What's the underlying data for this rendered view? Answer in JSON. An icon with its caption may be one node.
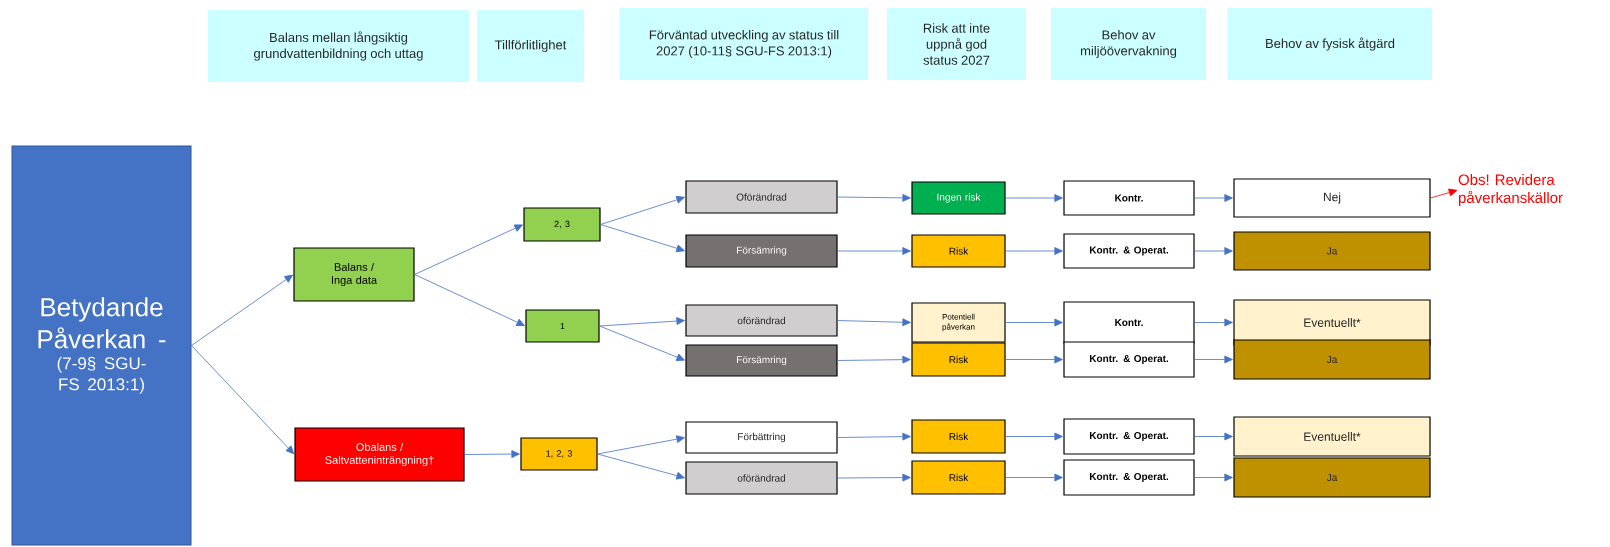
{
  "diagram": {
    "nodes": [
      {
        "text": [
          "Balans mellan långsiktig grundvattenbildning och uttag"
        ]
      },
      {
        "text": [
          "Tillförlitlighet"
        ]
      },
      {
        "text": [
          "Förväntad utveckling av status till 2027 (10-11§ SGU-FS 2013:1)"
        ]
      },
      {
        "text": [
          "Risk att inte uppnå god status 2027"
        ]
      },
      {
        "text": [
          "Behov av miljöövervakning"
        ]
      },
      {
        "text": [
          "Behov av fysisk åtgärd"
        ]
      },
      {
        "text": [
          "Betydande Påverkan -",
          "(7-9§ SGU-FS 2013:1)"
        ]
      },
      {
        "text": [
          "Balans / Inga data"
        ]
      },
      {
        "text": [
          "Obalans / Saltvatteninträngning†"
        ]
      },
      {
        "text": [
          "2, 3"
        ]
      },
      {
        "text": [
          "1"
        ]
      },
      {
        "text": [
          "1, 2, 3"
        ]
      },
      {
        "text": [
          "Oförändrad"
        ]
      },
      {
        "text": [
          "Försämring"
        ]
      },
      {
        "text": [
          "oförändrad"
        ]
      },
      {
        "text": [
          "Försämring"
        ]
      },
      {
        "text": [
          "Förbättring"
        ]
      },
      {
        "text": [
          "oförändrad"
        ]
      },
      {
        "text": [
          "Ingen risk"
        ]
      },
      {
        "text": [
          "Risk"
        ]
      },
      {
        "text": [
          "Potentiell påverkan"
        ]
      },
      {
        "text": [
          "Risk"
        ]
      },
      {
        "text": [
          "Risk"
        ]
      },
      {
        "text": [
          "Risk"
        ]
      },
      {
        "text": [
          "Kontr."
        ]
      },
      {
        "text": [
          "Kontr. & Operat."
        ]
      },
      {
        "text": [
          "Kontr."
        ]
      },
      {
        "text": [
          "Kontr. & Operat."
        ]
      },
      {
        "text": [
          "Kontr. & Operat."
        ]
      },
      {
        "text": [
          "Kontr. & Operat."
        ]
      },
      {
        "text": [
          "Nej"
        ]
      },
      {
        "text": [
          "Ja"
        ]
      },
      {
        "text": [
          "Eventuellt*"
        ]
      },
      {
        "text": [
          "Ja"
        ]
      },
      {
        "text": [
          "Eventuellt*"
        ]
      },
      {
        "text": [
          "Ja"
        ]
      },
      {
        "text": [
          "Obs! Revidera påverkanskällor"
        ]
      }
    ],
    "edges": [
      {
        "from": 6,
        "to": 7,
        "arrow": "to"
      },
      {
        "from": 6,
        "to": 8,
        "arrow": "to"
      },
      {
        "from": 7,
        "to": 9,
        "arrow": "to"
      },
      {
        "from": 7,
        "to": 10,
        "arrow": "to"
      },
      {
        "from": 8,
        "to": 11,
        "arrow": "to"
      },
      {
        "from": 9,
        "to": 12,
        "arrow": "to"
      },
      {
        "from": 9,
        "to": 13,
        "arrow": "to"
      },
      {
        "from": 10,
        "to": 14,
        "arrow": "to"
      },
      {
        "from": 10,
        "to": 15,
        "arrow": "to"
      },
      {
        "from": 11,
        "to": 16,
        "arrow": "to"
      },
      {
        "from": 11,
        "to": 17,
        "arrow": "to"
      },
      {
        "from": 12,
        "to": 18,
        "arrow": "to"
      },
      {
        "from": 13,
        "to": 19,
        "arrow": "to"
      },
      {
        "from": 14,
        "to": 20,
        "arrow": "to"
      },
      {
        "from": 15,
        "to": 21,
        "arrow": "to"
      },
      {
        "from": 16,
        "to": 22,
        "arrow": "to"
      },
      {
        "from": 17,
        "to": 23,
        "arrow": "to"
      },
      {
        "from": 18,
        "to": 24,
        "arrow": "to"
      },
      {
        "from": 19,
        "to": 25,
        "arrow": "to"
      },
      {
        "from": 20,
        "to": 26,
        "arrow": "to"
      },
      {
        "from": 21,
        "to": 27,
        "arrow": "to"
      },
      {
        "from": 22,
        "to": 28,
        "arrow": "to"
      },
      {
        "from": 23,
        "to": 29,
        "arrow": "to"
      },
      {
        "from": 24,
        "to": 30,
        "arrow": "to"
      },
      {
        "from": 25,
        "to": 31,
        "arrow": "to"
      },
      {
        "from": 26,
        "to": 32,
        "arrow": "to"
      },
      {
        "from": 27,
        "to": 33,
        "arrow": "to"
      },
      {
        "from": 28,
        "to": 34,
        "arrow": "to"
      },
      {
        "from": 29,
        "to": 35,
        "arrow": "to"
      },
      {
        "from": 30,
        "to": 36,
        "arrow": "to",
        "color": "#ff0000"
      }
    ]
  }
}
